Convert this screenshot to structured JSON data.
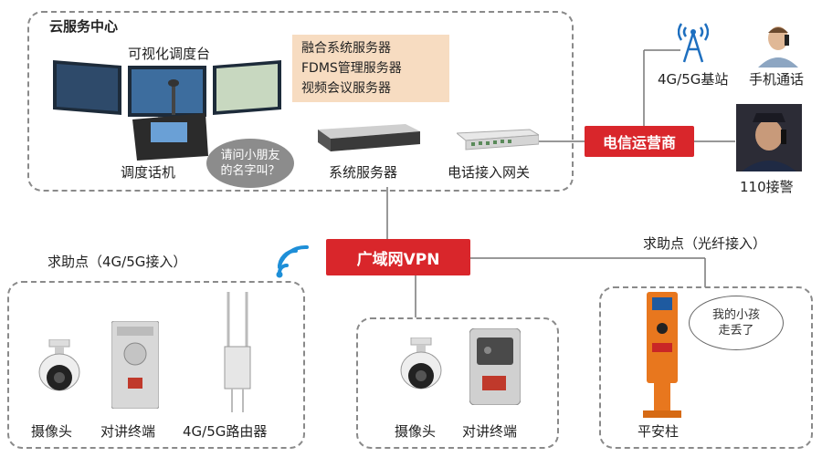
{
  "cloud_center": {
    "title": "云服务中心",
    "visual_console_label": "可视化调度台",
    "servers": [
      "融合系统服务器",
      "FDMS管理服务器",
      "视频会议服务器"
    ],
    "dispatch_phone_label": "调度话机",
    "bubble_text_line1": "请问小朋友",
    "bubble_text_line2": "的名字叫？",
    "system_server_label": "系统服务器",
    "phone_gateway_label": "电话接入网关"
  },
  "telecom": {
    "label": "电信运营商",
    "base_station_label": "4G/5G基站",
    "mobile_call_label": "手机通话",
    "police_label": "110接警"
  },
  "wan": {
    "label": "广域网VPN"
  },
  "help_point_4g": {
    "title": "求助点（4G/5G接入）",
    "camera_label": "摄像头",
    "intercom_label": "对讲终端",
    "router_label": "4G/5G路由器"
  },
  "help_point_middle": {
    "camera_label": "摄像头",
    "intercom_label": "对讲终端"
  },
  "help_point_fiber": {
    "title": "求助点（光纤接入）",
    "pillar_label": "平安柱",
    "bubble_line1": "我的小孩",
    "bubble_line2": "走丢了"
  },
  "colors": {
    "accent_red": "#d9262b",
    "server_box_bg": "#f7dcc1",
    "dash": "#8a8a8a"
  }
}
